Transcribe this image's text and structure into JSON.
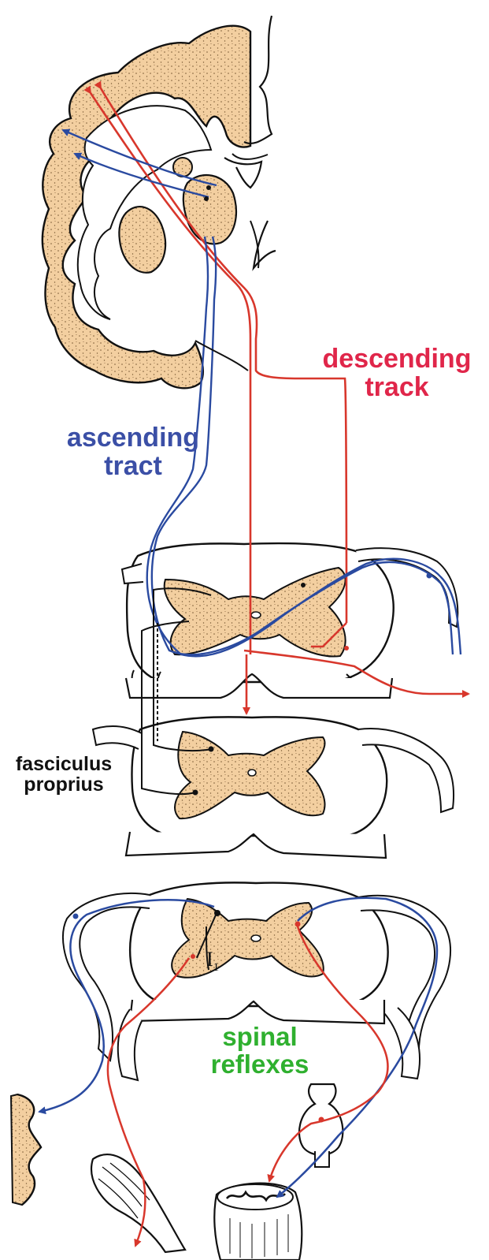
{
  "labels": {
    "descending_line1": "descending",
    "descending_line2": "track",
    "ascending_line1": "ascending",
    "ascending_line2": "tract",
    "fasciculus_line1": "fasciculus",
    "fasciculus_line2": "proprius",
    "reflexes_line1": "spinal",
    "reflexes_line2": "reflexes",
    "interneuron_letter": "I",
    "interneuron_index": "1"
  },
  "colors": {
    "descending": "#e0264a",
    "ascending": "#3b4fa6",
    "fasciculus": "#111111",
    "reflexes": "#2fb02f",
    "grey_matter": "#f3cfa0",
    "outline": "#111111",
    "motor_path": "#d8372c",
    "sensory_path": "#2a4aa0"
  }
}
